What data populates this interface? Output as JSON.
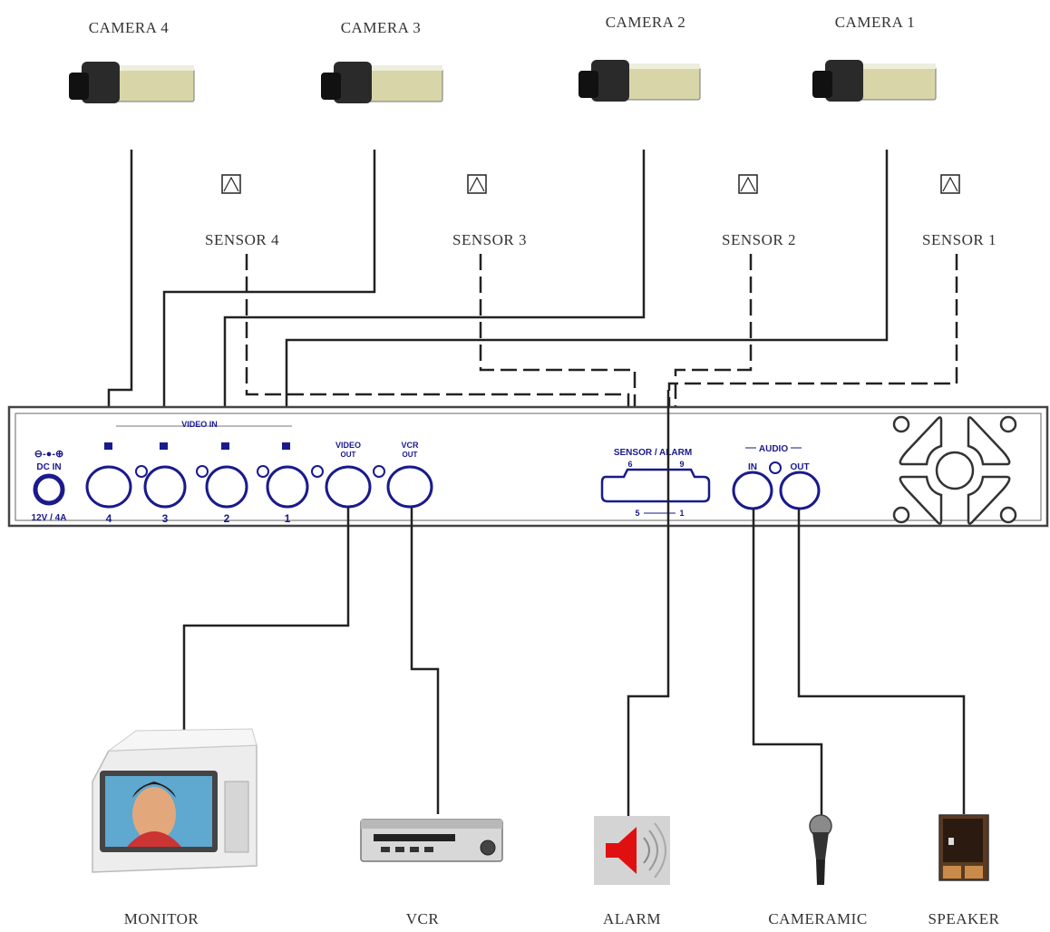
{
  "cameras": [
    {
      "label": "CAMERA 4"
    },
    {
      "label": "CAMERA 3"
    },
    {
      "label": "CAMERA 2"
    },
    {
      "label": "CAMERA 1"
    }
  ],
  "sensors": [
    {
      "label": "SENSOR 4"
    },
    {
      "label": "SENSOR 3"
    },
    {
      "label": "SENSOR 2"
    },
    {
      "label": "SENSOR 1"
    }
  ],
  "panel": {
    "power_symbol": "⊖-●-⊕",
    "dc_in": "DC IN",
    "power_rating": "12V / 4A",
    "video_in": "VIDEO IN",
    "video_in_ports": [
      "4",
      "3",
      "2",
      "1"
    ],
    "video_out": [
      "VIDEO",
      "OUT"
    ],
    "vcr_out": [
      "VCR",
      "OUT"
    ],
    "sensor_alarm": "SENSOR / ALARM",
    "sensor_pins": [
      "6",
      "9",
      "5",
      "1"
    ],
    "audio": "AUDIO",
    "audio_in": "IN",
    "audio_out": "OUT"
  },
  "devices": [
    {
      "label": "MONITOR"
    },
    {
      "label": "VCR"
    },
    {
      "label": "ALARM"
    },
    {
      "label": "CAMERAMIC"
    },
    {
      "label": "SPEAKER"
    }
  ],
  "colors": {
    "panel_text": "#1a1a8c",
    "line": "#222222",
    "alarm_red": "#e01010"
  }
}
